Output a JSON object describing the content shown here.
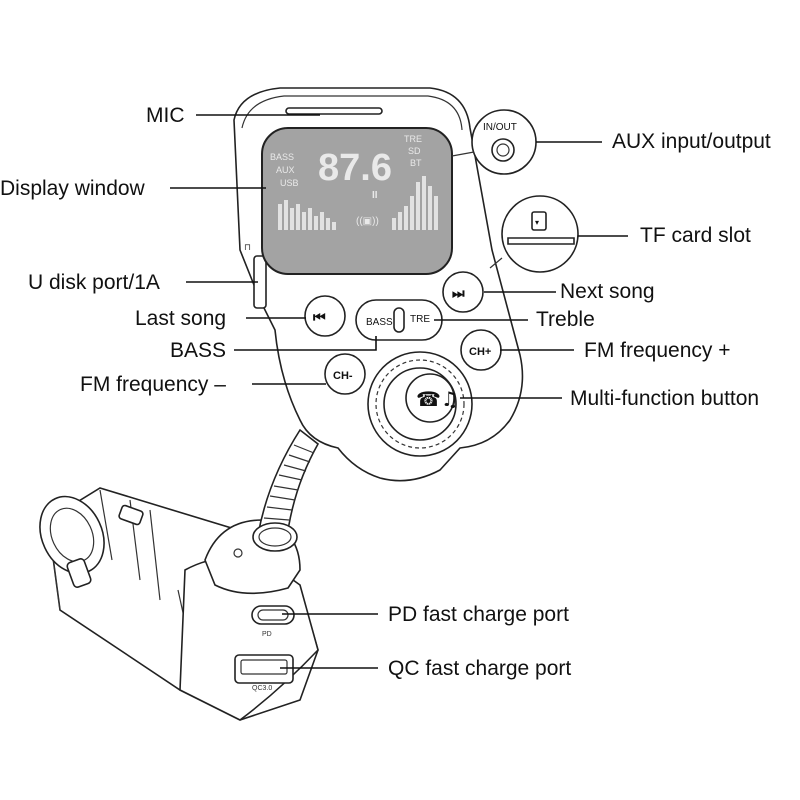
{
  "labels": {
    "mic": "MIC",
    "display_window": "Display window",
    "u_disk_port": "U disk port/1A",
    "last_song": "Last song",
    "bass": "BASS",
    "fm_frequency_minus": "FM frequency –",
    "aux_io": "AUX input/output",
    "tf_card_slot": "TF card slot",
    "next_song": "Next song",
    "treble": "Treble",
    "fm_frequency_plus": "FM frequency +",
    "multi_function_button": "Multi-function button",
    "pd_port": "PD fast charge port",
    "qc_port": "QC fast charge port"
  },
  "device": {
    "lcd": {
      "frequency": "87.6",
      "bass": "BASS",
      "aux": "AUX",
      "usb": "USB",
      "tre": "TRE",
      "sd": "SD",
      "bt": "BT",
      "pause": "II"
    },
    "in_out": "IN/OUT",
    "bass_key": "BASS",
    "tre_key": "TRE",
    "ch_minus": "CH-",
    "ch_plus": "CH+",
    "pd": "PD",
    "qc": "QC3.0"
  },
  "icons": [
    "previous-track-icon",
    "next-track-icon",
    "phone-music-icon",
    "tf-card-icon",
    "aux-jack-icon"
  ]
}
